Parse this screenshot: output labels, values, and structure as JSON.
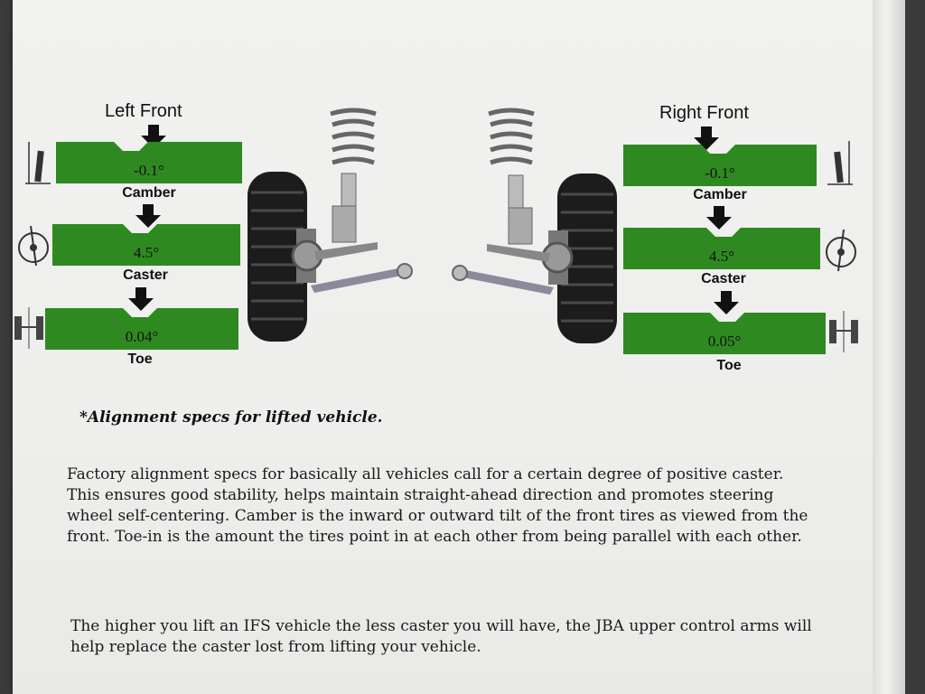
{
  "left": {
    "title": "Left Front",
    "camber": {
      "value": "-0.1°",
      "label": "Camber"
    },
    "caster": {
      "value": "4.5°",
      "label": "Caster"
    },
    "toe": {
      "value": "0.04°",
      "label": "Toe"
    }
  },
  "right": {
    "title": "Right Front",
    "camber": {
      "value": "-0.1°",
      "label": "Camber"
    },
    "caster": {
      "value": "4.5°",
      "label": "Caster"
    },
    "toe": {
      "value": "0.05°",
      "label": "Toe"
    }
  },
  "note": "*Alignment specs for lifted vehicle.",
  "paragraph1": "Factory alignment specs for basically all vehicles call for a certain degree of positive caster. This ensures good stability, helps maintain straight-ahead direction and promotes steering wheel self-centering. Camber is the inward or outward tilt of the front tires as viewed from the front. Toe-in is the amount the tires point in at each other from being parallel with each other.",
  "paragraph2": "The higher you lift an IFS vehicle the less caster you will have, the JBA upper control arms will help replace the caster lost from lifting your vehicle.",
  "colors": {
    "bar_green": "#2e8a20",
    "paper": "#efefed",
    "ink": "#111111"
  },
  "icons": [
    "down-arrow-icon",
    "camber-icon",
    "caster-icon",
    "toe-icon",
    "suspension-wheel-illustration"
  ]
}
